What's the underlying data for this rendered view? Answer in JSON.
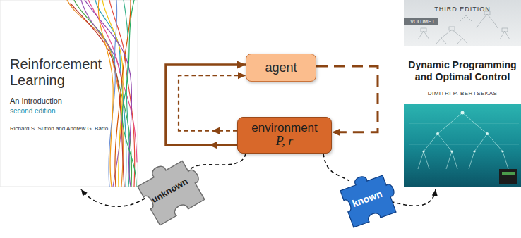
{
  "diagram": {
    "nodes": [
      {
        "text": [
          "Reinforcement Learning",
          "An Introduction",
          "second edition",
          "Richard S. Sutton and Andrew G. Barto"
        ]
      },
      {
        "text": [
          "agent"
        ]
      },
      {
        "text": [
          "THIRD EDITION",
          "VOLUME I",
          "Dynamic Programming and Optimal Control",
          "DIMITRI P. BERTSEKAS"
        ]
      },
      {
        "text": [
          "environment",
          "P, r"
        ]
      },
      {
        "text": [
          "unknown"
        ]
      },
      {
        "text": [
          "known"
        ]
      }
    ],
    "edges": [
      {
        "from": 3,
        "to": 1,
        "arrow": "to"
      },
      {
        "from": 3,
        "to": 1,
        "arrow": "to"
      },
      {
        "from": 1,
        "to": 3,
        "arrow": "to"
      },
      {
        "from": 3,
        "to": 4,
        "arrow": "none"
      },
      {
        "from": 4,
        "to": 0,
        "arrow": "to"
      },
      {
        "from": 3,
        "to": 5,
        "arrow": "none"
      },
      {
        "from": 5,
        "to": 2,
        "arrow": "to"
      }
    ]
  }
}
